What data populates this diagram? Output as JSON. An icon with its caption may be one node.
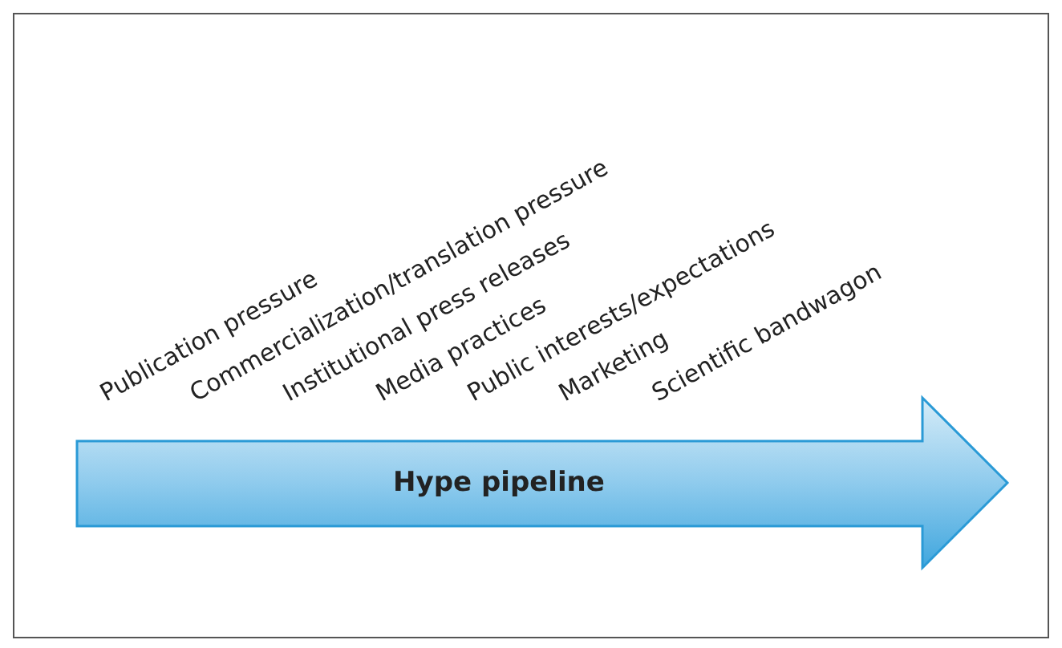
{
  "diagram": {
    "nodes": [
      {
        "text": [
          "Hype pipeline"
        ]
      }
    ],
    "edges": [],
    "labels": [
      "Publication pressure",
      "Commercialization/translation pressure",
      "Institutional press releases",
      "Media practices",
      "Public interests/expectations",
      "Marketing",
      "Scientific bandwagon"
    ]
  }
}
